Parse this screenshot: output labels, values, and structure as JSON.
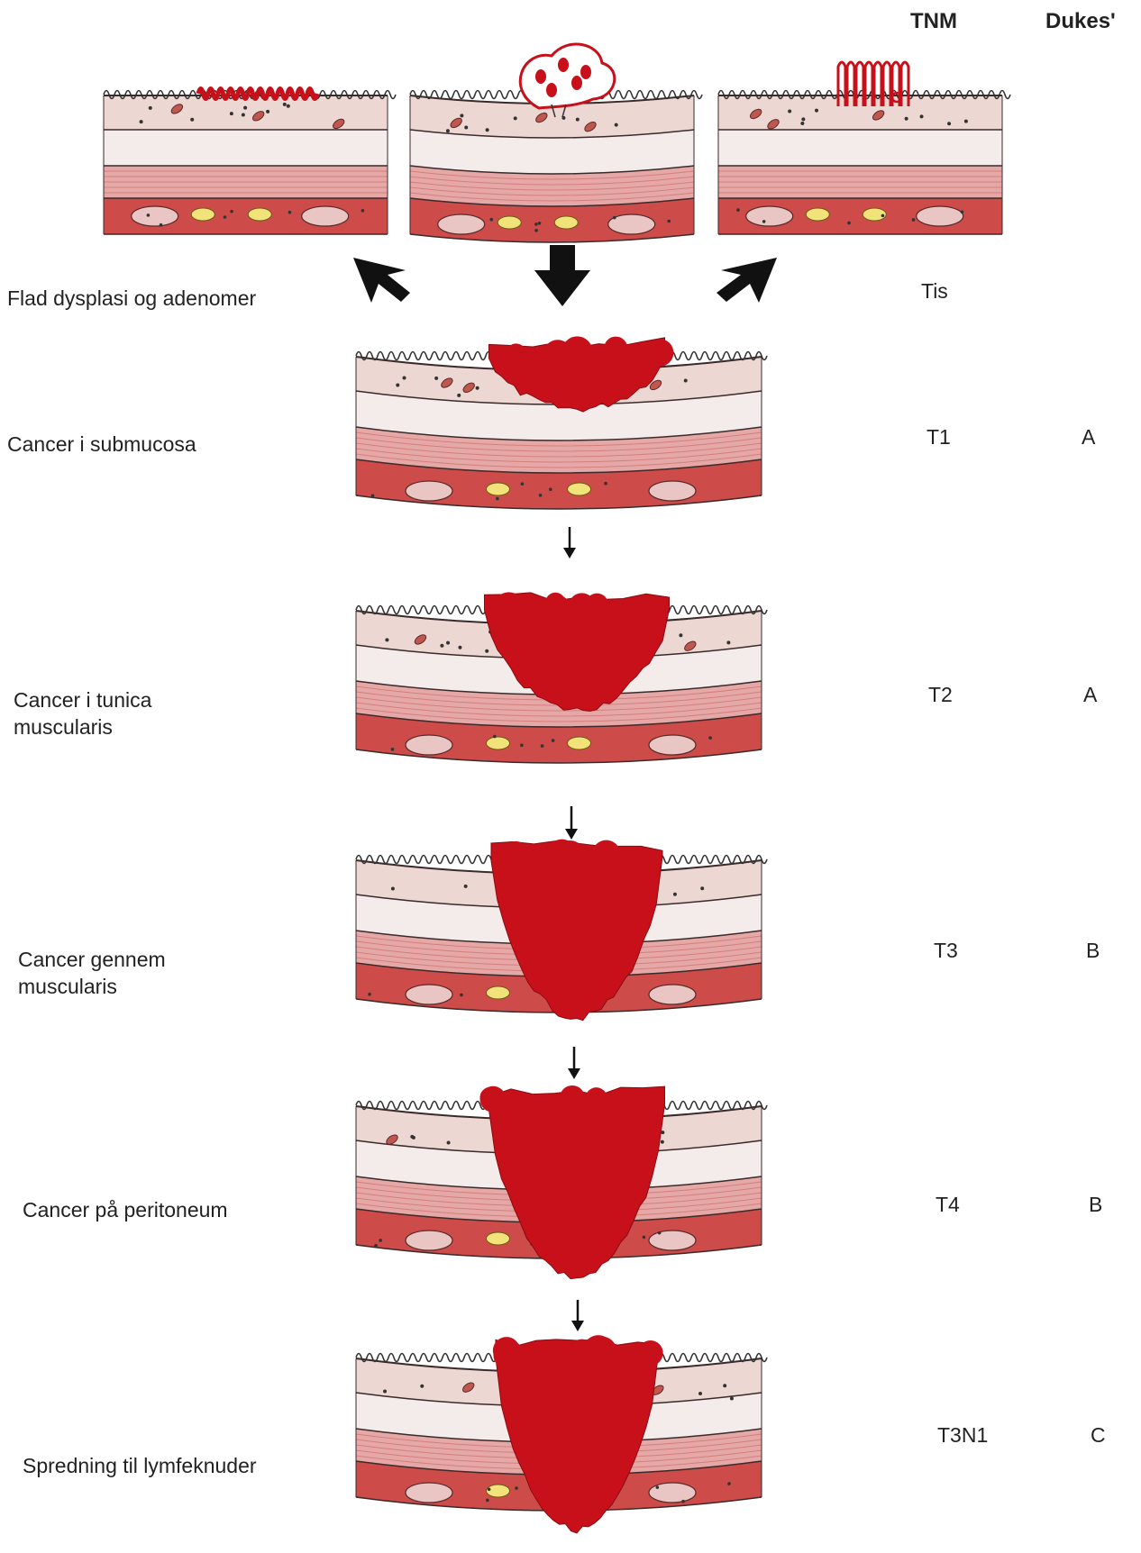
{
  "header": {
    "tnm": "TNM",
    "dukes": "Dukes'"
  },
  "precursor": {
    "label": "Flad dysplasi og adenomer",
    "tnm": "Tis"
  },
  "stages": [
    {
      "label_line1": "Cancer i submucosa",
      "label_line2": "",
      "tnm": "T1",
      "dukes": "A"
    },
    {
      "label_line1": "Cancer i tunica",
      "label_line2": "muscularis",
      "tnm": "T2",
      "dukes": "A"
    },
    {
      "label_line1": "Cancer gennem",
      "label_line2": "muscularis",
      "tnm": "T3",
      "dukes": "B"
    },
    {
      "label_line1": "Cancer på peritoneum",
      "label_line2": "",
      "tnm": "T4",
      "dukes": "B"
    },
    {
      "label_line1": "Spredning til lymfeknuder",
      "label_line2": "",
      "tnm": "T3N1",
      "dukes": "C"
    }
  ],
  "colors": {
    "tumor": "#c8101a",
    "mucosa": "#ecd7d3",
    "submucosa": "#f3eceb",
    "muscle": "#e6a8a6",
    "serosa": "#cd4b49",
    "line": "#3a2a2a"
  }
}
